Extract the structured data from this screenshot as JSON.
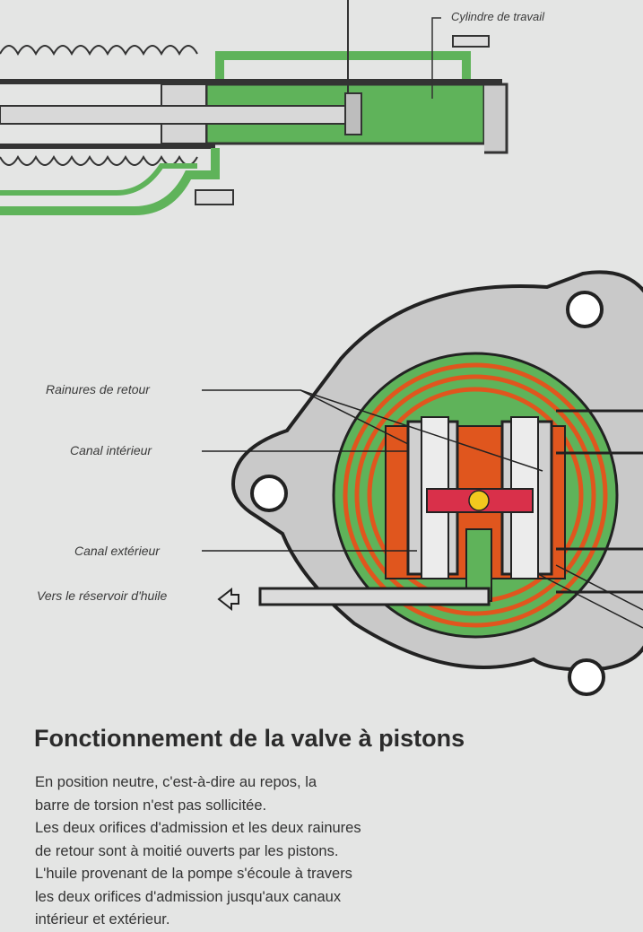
{
  "diagram": {
    "labels": {
      "cylinder": "Cylindre de travail",
      "return_grooves": "Rainures de retour",
      "inner_channel": "Canal intérieur",
      "outer_channel": "Canal extérieur",
      "to_reservoir": "Vers le réservoir d'huile"
    },
    "colors": {
      "oil": "#5fb35a",
      "housing": "#c9c9c9",
      "pressure": "#e0561e",
      "torsion_bar": "#d9304a",
      "pin": "#f2c81e"
    }
  },
  "section": {
    "title": "Fonctionnement de la valve à pistons",
    "paragraph_lines": [
      "En position neutre, c'est-à-dire au repos, la",
      "barre de torsion n'est pas sollicitée.",
      "Les deux orifices d'admission et les deux rainures",
      "de retour sont à moitié ouverts par les pistons.",
      "L'huile provenant de la pompe s'écoule à travers",
      "les deux orifices d'admission jusqu'aux canaux",
      "intérieur et extérieur."
    ]
  }
}
